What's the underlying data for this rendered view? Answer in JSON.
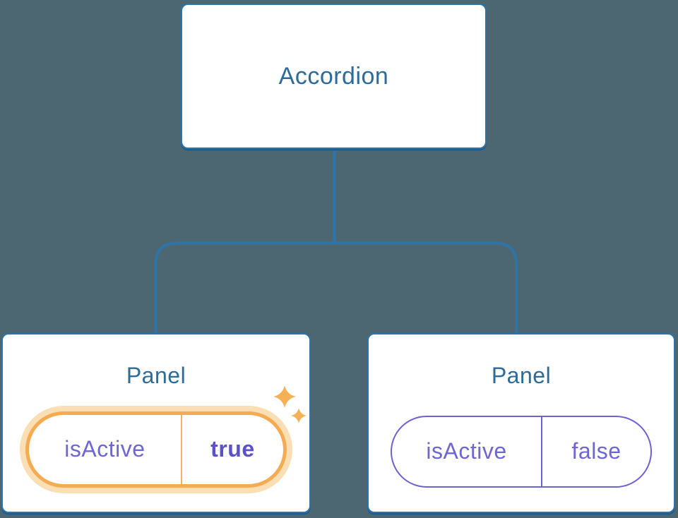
{
  "canvas": {
    "background": "#4D6772"
  },
  "colors": {
    "canvas_bg": "#4D6772",
    "node_border": "#2E74A7",
    "node_shadow": "#1E5E8C",
    "connector": "#2E74A7",
    "title_text": "#2D6B99",
    "prop_text": "#6E66D3",
    "value_active_text": "#5A52C6",
    "active_stroke": "#F5AB52",
    "active_glow": "#FBDFB4",
    "active_divider": "#F5B266",
    "inactive_stroke": "#6B63D2",
    "sparkle": "#F6B156"
  },
  "tree": {
    "root": {
      "label": "Accordion"
    },
    "children": [
      {
        "title": "Panel",
        "state": {
          "name": "isActive",
          "value": "true"
        },
        "active": true,
        "icon": "sparkles-icon"
      },
      {
        "title": "Panel",
        "state": {
          "name": "isActive",
          "value": "false"
        },
        "active": false
      }
    ]
  }
}
